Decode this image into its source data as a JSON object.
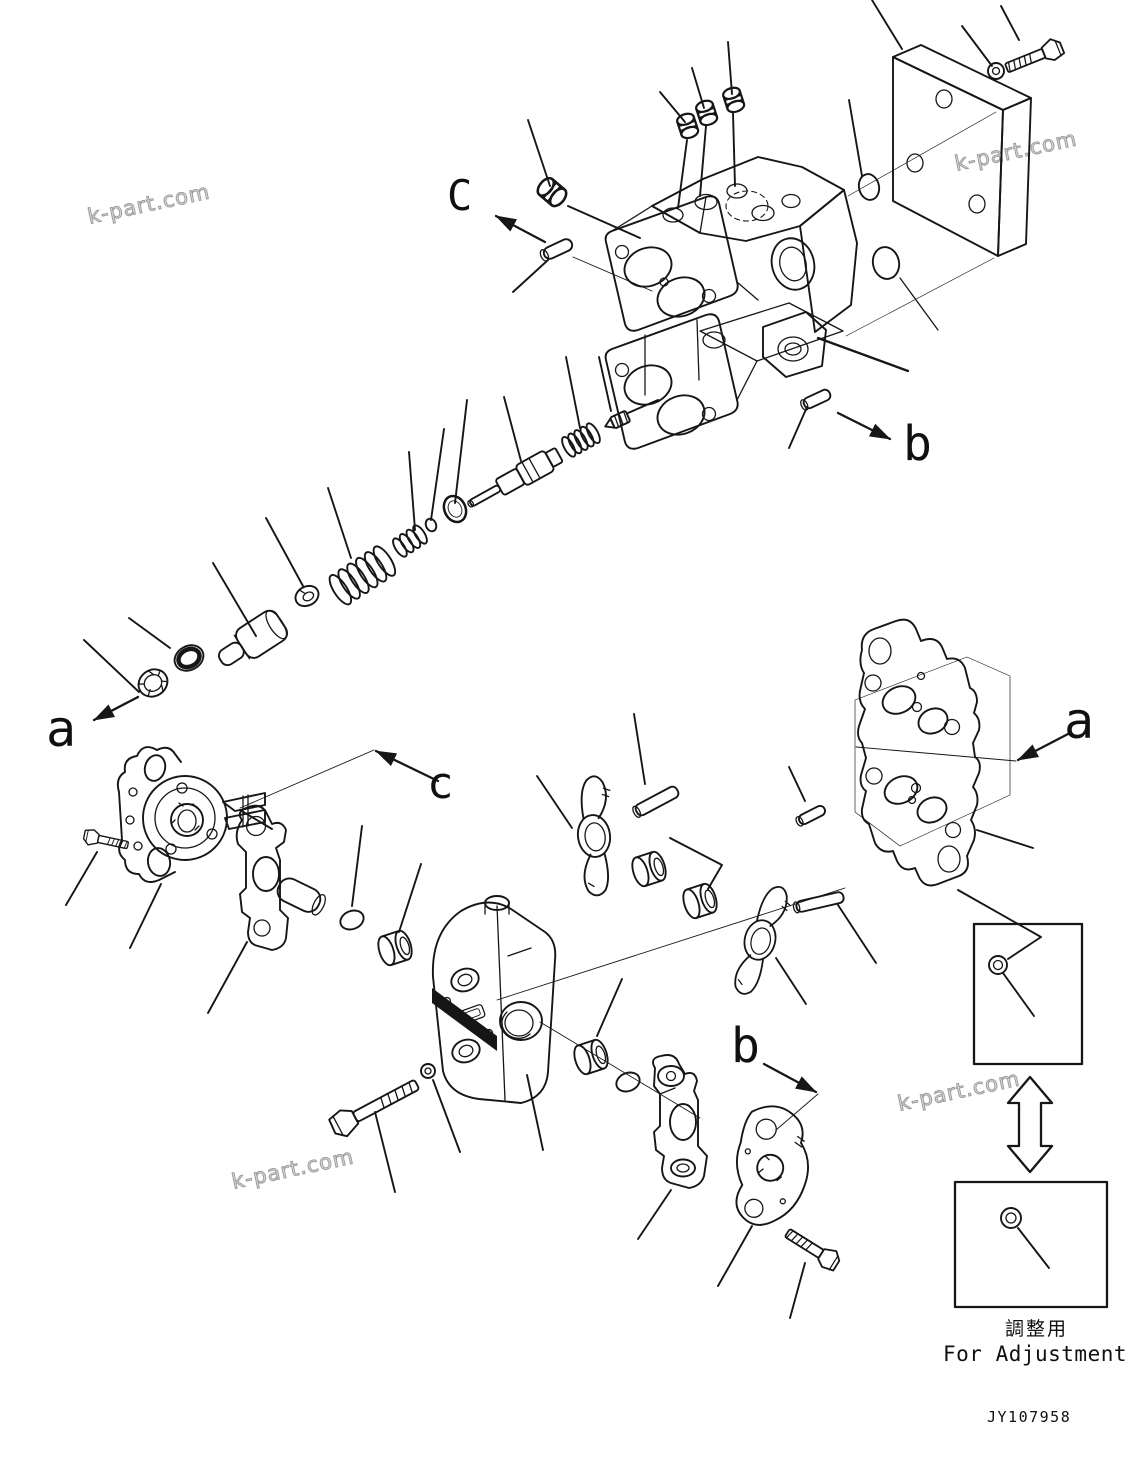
{
  "watermark": {
    "text": "k-part.com"
  },
  "labels": {
    "section_c_top": "C",
    "view_b_upper": "b",
    "view_a_left": "a",
    "section_c_mid": "c",
    "view_a_right": "a",
    "view_b_lower": "b"
  },
  "footer": {
    "adjustment_ja": "調整用",
    "adjustment_en": "For Adjustment",
    "figure_code": "JY107958"
  },
  "drawn_parts": [
    "upper-valve-body",
    "socket-plugs",
    "side-plug",
    "end-cover-plate",
    "cover-bolt",
    "cover-washer",
    "o-ring-blanks",
    "section-pin",
    "cap-plug",
    "o-ring",
    "plunger-piston",
    "spring-seat",
    "large-spring",
    "small-spring",
    "retainer-rings",
    "control-spool",
    "upper-spring",
    "adjuster-screw",
    "cam-plate-left",
    "small-bolt-left",
    "support-bracket-left",
    "sleeve-bushings",
    "wing-cam-followers",
    "dowel-pins",
    "mounting-gasket",
    "lower-valve-body",
    "long-hex-bolt",
    "small-washers",
    "support-bracket-lower",
    "cam-plate-lower",
    "small-bolt-lower",
    "shim-washer-boxes",
    "for-adjustment-double-arrow"
  ]
}
